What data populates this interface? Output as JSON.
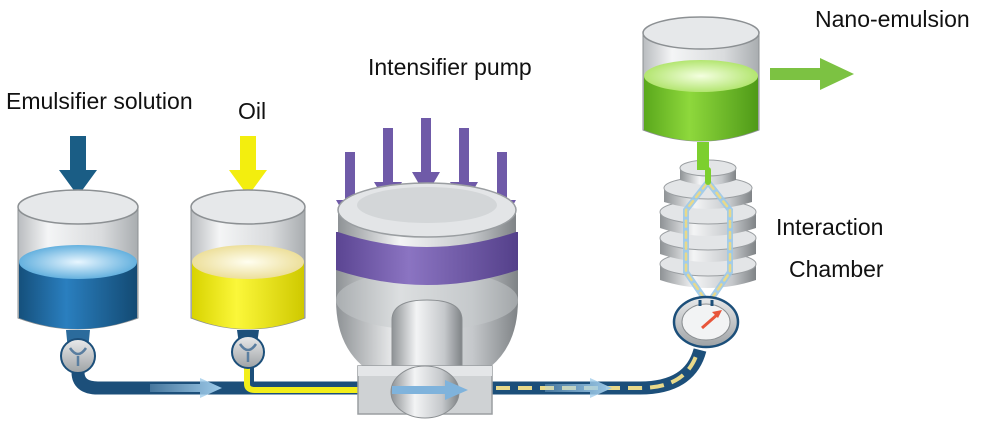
{
  "labels": {
    "emulsifier": "Emulsifier solution",
    "oil": "Oil",
    "pump": "Intensifier pump",
    "nano": "Nano-emulsion",
    "chamber_line1": "Interaction",
    "chamber_line2": "Chamber"
  },
  "colors": {
    "emulsifier_liquid": "#1f6fa8",
    "oil_liquid": "#f2ee1a",
    "nano_liquid": "#7ccf2e",
    "pump_band": "#7b64b0",
    "pump_arrows": "#6f5aa8",
    "emulsifier_arrow": "#1a5d85",
    "oil_arrow": "#f3ee0e",
    "nano_arrow": "#7cc242",
    "pipe": "#1c4f7a",
    "mix_dash": "#e8d98a",
    "gauge_needle": "#e8553a"
  },
  "icons": {
    "emulsifier_tank": "tank-icon",
    "oil_tank": "tank-icon",
    "nano_tank": "tank-icon",
    "pump": "pump-icon",
    "chamber": "interaction-chamber-icon",
    "gauge": "pressure-gauge-icon"
  }
}
